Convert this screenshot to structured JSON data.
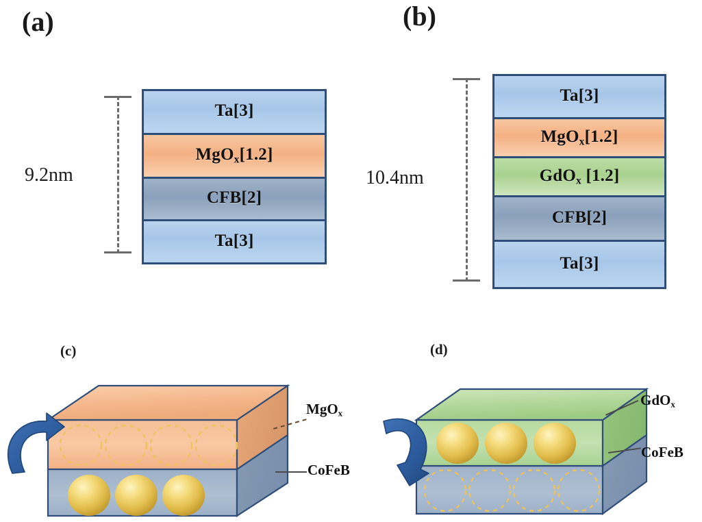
{
  "figure": {
    "title": "Film stack schematics and oxygen migration diagrams",
    "background": "#ffffff"
  },
  "panels": {
    "a": {
      "letter": "(a)",
      "thickness_label": "9.2nm",
      "layers": [
        {
          "name": "Ta[3]",
          "material": "Ta",
          "thickness_nm": 3,
          "color": "#a7c6e8",
          "display_base": "Ta",
          "display_sub": "",
          "display_tail": "[3]"
        },
        {
          "name": "MgOx[1.2]",
          "material": "MgOx",
          "thickness_nm": 1.2,
          "color": "#f4b183",
          "display_base": "MgO",
          "display_sub": "x",
          "display_tail": "[1.2]"
        },
        {
          "name": "CFB[2]",
          "material": "CFB",
          "thickness_nm": 2,
          "color": "#8ba0bb",
          "display_base": "CFB",
          "display_sub": "",
          "display_tail": "[2]"
        },
        {
          "name": "Ta[3]",
          "material": "Ta",
          "thickness_nm": 3,
          "color": "#a7c6e8",
          "display_base": "Ta",
          "display_sub": "",
          "display_tail": "[3]"
        }
      ]
    },
    "b": {
      "letter": "(b)",
      "thickness_label": "10.4nm",
      "layers": [
        {
          "name": "Ta[3]",
          "material": "Ta",
          "thickness_nm": 3,
          "color": "#a7c6e8",
          "display_base": "Ta",
          "display_sub": "",
          "display_tail": "[3]"
        },
        {
          "name": "MgOx[1.2]",
          "material": "MgOx",
          "thickness_nm": 1.2,
          "color": "#f4b183",
          "display_base": "MgO",
          "display_sub": "x",
          "display_tail": "[1.2]"
        },
        {
          "name": "GdOx [1.2]",
          "material": "GdOx",
          "thickness_nm": 1.2,
          "color": "#a9d18e",
          "display_base": "GdO",
          "display_sub": "x",
          "display_tail": " [1.2]"
        },
        {
          "name": "CFB[2]",
          "material": "CFB",
          "thickness_nm": 2,
          "color": "#8ba0bb",
          "display_base": "CFB",
          "display_sub": "",
          "display_tail": "[2]"
        },
        {
          "name": "Ta[3]",
          "material": "Ta",
          "thickness_nm": 3,
          "color": "#a7c6e8",
          "display_base": "Ta",
          "display_sub": "",
          "display_tail": "[3]"
        }
      ]
    },
    "c": {
      "letter": "(c)",
      "top_layer_label_base": "MgO",
      "top_layer_label_sub": "x",
      "bottom_layer_label": "CoFeB",
      "top_layer_color": "#f4b183",
      "bottom_layer_color": "#8ba0bb",
      "oxygen_filled_in": "bottom",
      "oxygen_dashed_in": "top",
      "sphere_count": 3,
      "dashed_circle_count": 4,
      "arrow_direction": "counterclockwise-up",
      "arrow_color": "#2f5f9e"
    },
    "d": {
      "letter": "(d)",
      "top_layer_label_base": "GdO",
      "top_layer_label_sub": "x",
      "bottom_layer_label": "CoFeB",
      "top_layer_color": "#a9d18e",
      "bottom_layer_color": "#8ba0bb",
      "oxygen_filled_in": "top",
      "oxygen_dashed_in": "bottom",
      "sphere_count": 3,
      "dashed_circle_count": 4,
      "arrow_direction": "clockwise-down",
      "arrow_color": "#2f5f9e"
    }
  },
  "colors": {
    "stack_border": "#2e4d78",
    "dimension_line": "#6b6b6b",
    "text": "#111111",
    "gold_sphere": "#e8c251",
    "dashed_circle": "#e8bf55",
    "arrow_blue": "#2f5f9e"
  }
}
